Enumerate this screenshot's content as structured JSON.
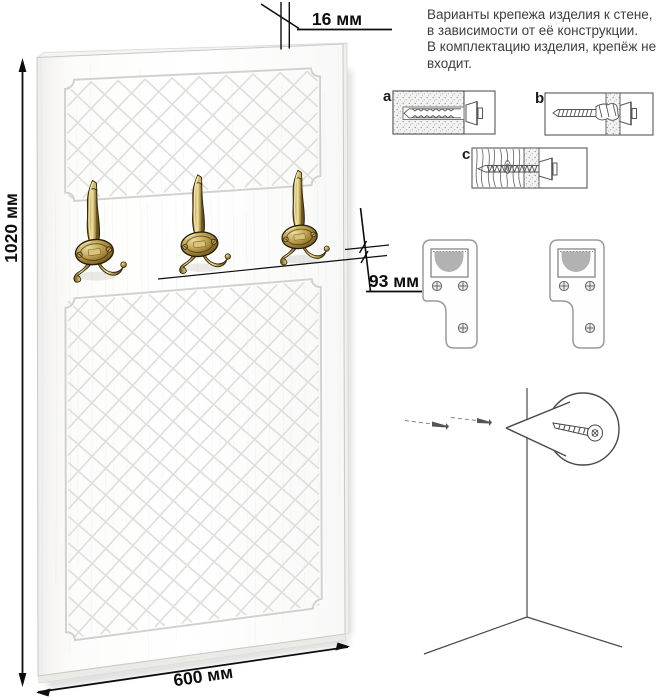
{
  "dimensions": {
    "height": "1020 мм",
    "width": "600 мм",
    "thickness": "16 мм",
    "hook_offset": "93 мм"
  },
  "info_note": {
    "line1": "Варианты крепежа изделия к стене,",
    "line2": "в зависимости от её конструкции.",
    "line3": "В комплектацию изделия, крепёж не",
    "line4": "входит."
  },
  "fastener_options": {
    "a": "a",
    "b": "b",
    "c": "c"
  },
  "colors": {
    "dimension_line": "#0d0d0d",
    "line_art": "#4d4d4d",
    "panel_edge": "#c9c9c7",
    "groove": "#dddcda",
    "brass_light": "#f0e3ae",
    "brass_mid": "#c9b476",
    "brass_dark": "#53400f",
    "bracket_slot": "#b2b2b2"
  }
}
